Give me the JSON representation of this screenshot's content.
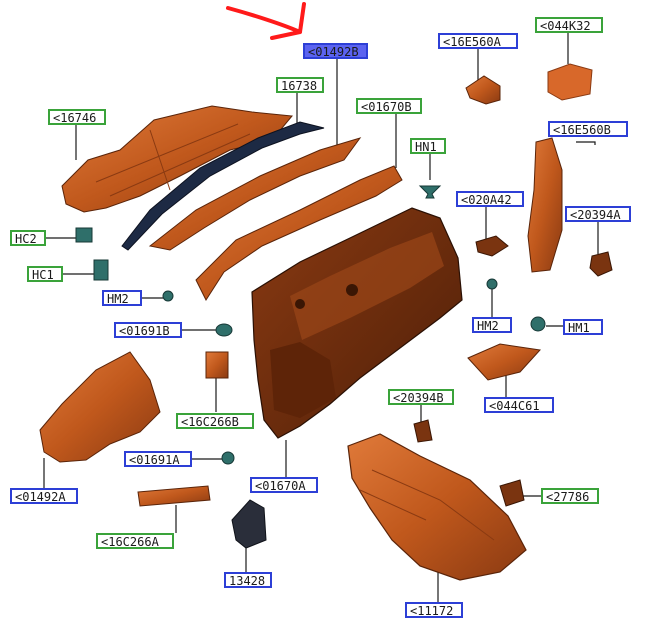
{
  "diagram": {
    "colors": {
      "part_fill": "#c0581c",
      "part_dark": "#6e2e10",
      "part_light": "#e07a3a",
      "clip_fill": "#2f6f6a",
      "leader": "#1a1a1a",
      "green_border": "#3aa33a",
      "blue_border": "#2d3fd6",
      "highlight_fill": "#5b63f0",
      "arrow": "#ff1a1a"
    },
    "labels": {
      "p01492B": "<01492B",
      "p16738": "16738",
      "p16746": "<16746",
      "p01670B": "<01670B",
      "p16E560A": "<16E560A",
      "p044K32": "<044K32",
      "p16E560B": "<16E560B",
      "pHN1": "HN1",
      "pHC2": "HC2",
      "pHC1": "HC1",
      "p020A42": "<020A42",
      "p20394A": "<20394A",
      "pHM2a": "HM2",
      "pHM2b": "HM2",
      "pHM1": "HM1",
      "p01691B": "<01691B",
      "p16C266B": "<16C266B",
      "p044C61": "<044C61",
      "p20394B": "<20394B",
      "p01691A": "<01691A",
      "p01670A": "<01670A",
      "p01492A": "<01492A",
      "p27786": "<27786",
      "p16C266A": "<16C266A",
      "p13428": "13428",
      "p11172": "<11172"
    }
  }
}
